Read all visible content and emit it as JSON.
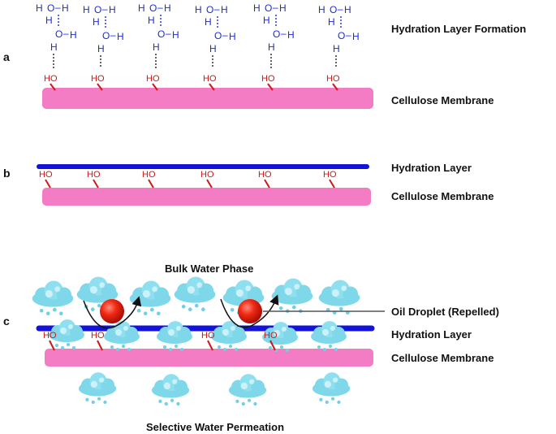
{
  "panels": {
    "a": {
      "letter": "a",
      "top_label": "Hydration Layer Formation",
      "membrane_label": "Cellulose Membrane"
    },
    "b": {
      "letter": "b",
      "layer_label": "Hydration Layer",
      "membrane_label": "Cellulose Membrane"
    },
    "c": {
      "letter": "c",
      "bulk_label": "Bulk Water Phase",
      "oil_label": "Oil Droplet (Repelled)",
      "layer_label": "Hydration Layer",
      "membrane_label": "Cellulose Membrane",
      "permeation_label": "Selective Water Permeation"
    }
  },
  "chem": {
    "hydroxyl": "HO",
    "oxygen": "O",
    "hydrogen": "H",
    "bond": "–"
  },
  "colors": {
    "membrane": "#f47cc4",
    "hydration_layer": "#1212d8",
    "water": "#1d2bd6",
    "hydroxyl": "#d01818",
    "oil": "#e81a10",
    "cloud": "#7fd8ea"
  },
  "icons": {
    "oil": "oil-droplet-icon",
    "cloud": "water-cloud-icon"
  }
}
